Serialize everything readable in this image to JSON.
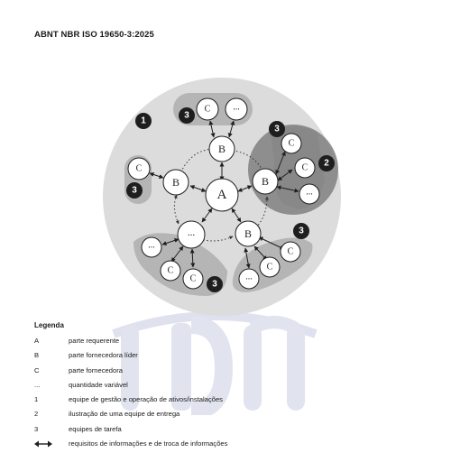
{
  "header": {
    "standard": "ABNT NBR ISO 19650-3:2025"
  },
  "figure": {
    "node_a": "A",
    "node_b": "B",
    "node_c": "C",
    "node_more": "...",
    "badge_1": "1",
    "badge_2": "2",
    "badge_3": "3"
  },
  "legend": {
    "title": "Legenda",
    "items": [
      {
        "key": "A",
        "desc": "parte requerente"
      },
      {
        "key": "B",
        "desc": "parte fornecedora líder"
      },
      {
        "key": "C",
        "desc": "parte fornecedora"
      },
      {
        "key": "...",
        "desc": "quantidade variável"
      },
      {
        "key": "1",
        "desc": "equipe de gestão e operação de ativos/instalações"
      },
      {
        "key": "2",
        "desc": "ilustração de uma equipe de entrega"
      },
      {
        "key": "3",
        "desc": "equipes de tarefa"
      },
      {
        "key": "",
        "icon": "double-arrow-icon",
        "desc": "requisitos de informações e de troca de informações"
      }
    ]
  },
  "colors": {
    "outer_circle": "#dcdcdc",
    "task_team": "#b5b5b5",
    "delivery_team": "#808080",
    "badge": "#1e1e1e",
    "watermark": "#d7dbe9"
  }
}
